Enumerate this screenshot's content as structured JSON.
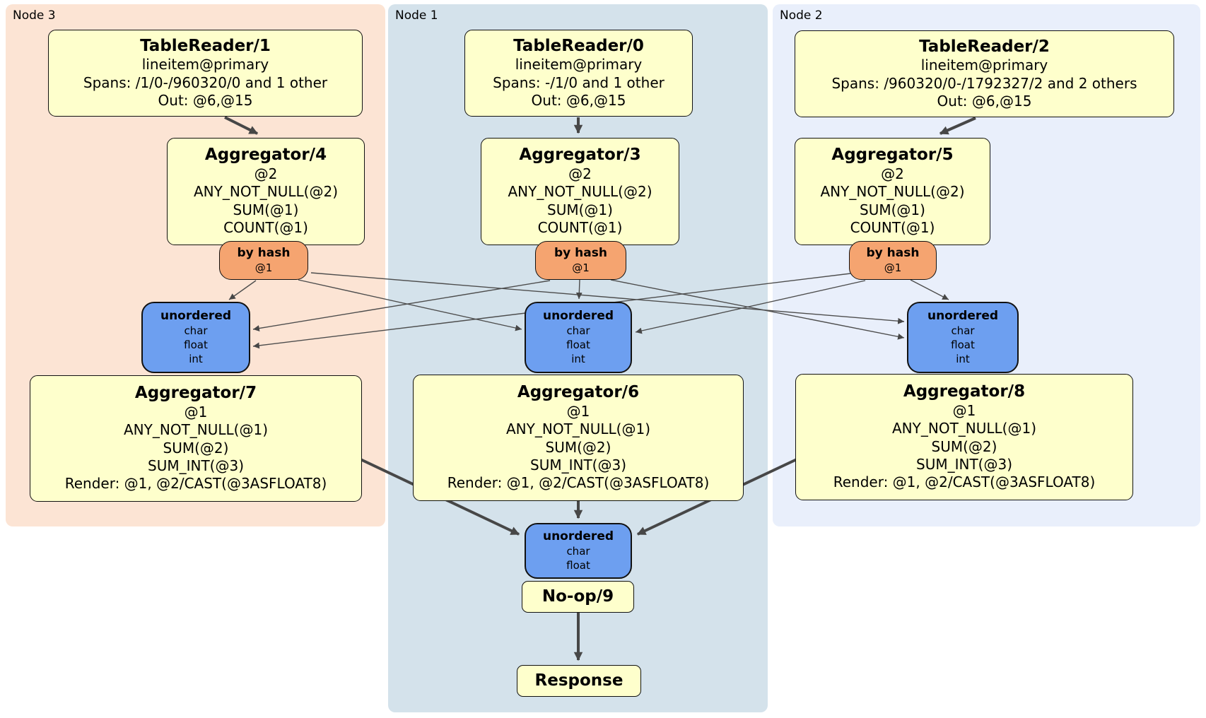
{
  "regions": [
    {
      "label": "Node 3"
    },
    {
      "label": "Node 1"
    },
    {
      "label": "Node 2"
    }
  ],
  "colors": {
    "node3_bg": "#fce4d4",
    "node1_bg": "#d4e2eb",
    "node2_bg": "#e9effb",
    "processor_fill": "#feffcc",
    "router_fill": "#f5a470",
    "sync_fill": "#6d9ff0",
    "edge": "#4d4d4d",
    "edge_thick": "#474747"
  },
  "nodes": {
    "tr1": {
      "title": "TableReader/1",
      "lines": [
        "lineitem@primary",
        "Spans: /1/0-/960320/0 and 1 other",
        "Out: @6,@15"
      ]
    },
    "tr0": {
      "title": "TableReader/0",
      "lines": [
        "lineitem@primary",
        "Spans: -/1/0 and 1 other",
        "Out: @6,@15"
      ]
    },
    "tr2": {
      "title": "TableReader/2",
      "lines": [
        "lineitem@primary",
        "Spans: /960320/0-/1792327/2 and 2 others",
        "Out: @6,@15"
      ]
    },
    "agg4": {
      "title": "Aggregator/4",
      "lines": [
        "@2",
        "ANY_NOT_NULL(@2)",
        "SUM(@1)",
        "COUNT(@1)"
      ]
    },
    "agg3": {
      "title": "Aggregator/3",
      "lines": [
        "@2",
        "ANY_NOT_NULL(@2)",
        "SUM(@1)",
        "COUNT(@1)"
      ]
    },
    "agg5": {
      "title": "Aggregator/5",
      "lines": [
        "@2",
        "ANY_NOT_NULL(@2)",
        "SUM(@1)",
        "COUNT(@1)"
      ]
    },
    "agg7": {
      "title": "Aggregator/7",
      "lines": [
        "@1",
        "ANY_NOT_NULL(@1)",
        "SUM(@2)",
        "SUM_INT(@3)",
        "Render: @1, @2/CAST(@3ASFLOAT8)"
      ]
    },
    "agg6": {
      "title": "Aggregator/6",
      "lines": [
        "@1",
        "ANY_NOT_NULL(@1)",
        "SUM(@2)",
        "SUM_INT(@3)",
        "Render: @1, @2/CAST(@3ASFLOAT8)"
      ]
    },
    "agg8": {
      "title": "Aggregator/8",
      "lines": [
        "@1",
        "ANY_NOT_NULL(@1)",
        "SUM(@2)",
        "SUM_INT(@3)",
        "Render: @1, @2/CAST(@3ASFLOAT8)"
      ]
    },
    "noop": {
      "title": "No-op/9"
    },
    "response": {
      "title": "Response"
    }
  },
  "routers": {
    "hash_left": {
      "title": "by hash",
      "detail": "@1"
    },
    "hash_center": {
      "title": "by hash",
      "detail": "@1"
    },
    "hash_right": {
      "title": "by hash",
      "detail": "@1"
    }
  },
  "syncs": {
    "unordered_left": {
      "title": "unordered",
      "lines": [
        "char",
        "float",
        "int"
      ]
    },
    "unordered_center": {
      "title": "unordered",
      "lines": [
        "char",
        "float",
        "int"
      ]
    },
    "unordered_right": {
      "title": "unordered",
      "lines": [
        "char",
        "float",
        "int"
      ]
    },
    "unordered_final": {
      "title": "unordered",
      "lines": [
        "char",
        "float"
      ]
    }
  },
  "edges": [
    {
      "from": "TableReader/1",
      "to": "Aggregator/4",
      "type": "flow"
    },
    {
      "from": "TableReader/0",
      "to": "Aggregator/3",
      "type": "flow"
    },
    {
      "from": "TableReader/2",
      "to": "Aggregator/5",
      "type": "flow"
    },
    {
      "from": "by hash (Node 3)",
      "to": "unordered (Node 3)",
      "type": "route"
    },
    {
      "from": "by hash (Node 3)",
      "to": "unordered (Node 1)",
      "type": "route"
    },
    {
      "from": "by hash (Node 3)",
      "to": "unordered (Node 2)",
      "type": "route"
    },
    {
      "from": "by hash (Node 1)",
      "to": "unordered (Node 3)",
      "type": "route"
    },
    {
      "from": "by hash (Node 1)",
      "to": "unordered (Node 1)",
      "type": "route"
    },
    {
      "from": "by hash (Node 1)",
      "to": "unordered (Node 2)",
      "type": "route"
    },
    {
      "from": "by hash (Node 2)",
      "to": "unordered (Node 3)",
      "type": "route"
    },
    {
      "from": "by hash (Node 2)",
      "to": "unordered (Node 1)",
      "type": "route"
    },
    {
      "from": "by hash (Node 2)",
      "to": "unordered (Node 2)",
      "type": "route"
    },
    {
      "from": "Aggregator/7",
      "to": "unordered (final)",
      "type": "flow"
    },
    {
      "from": "Aggregator/6",
      "to": "unordered (final)",
      "type": "flow"
    },
    {
      "from": "Aggregator/8",
      "to": "unordered (final)",
      "type": "flow"
    },
    {
      "from": "No-op/9",
      "to": "Response",
      "type": "flow"
    }
  ]
}
